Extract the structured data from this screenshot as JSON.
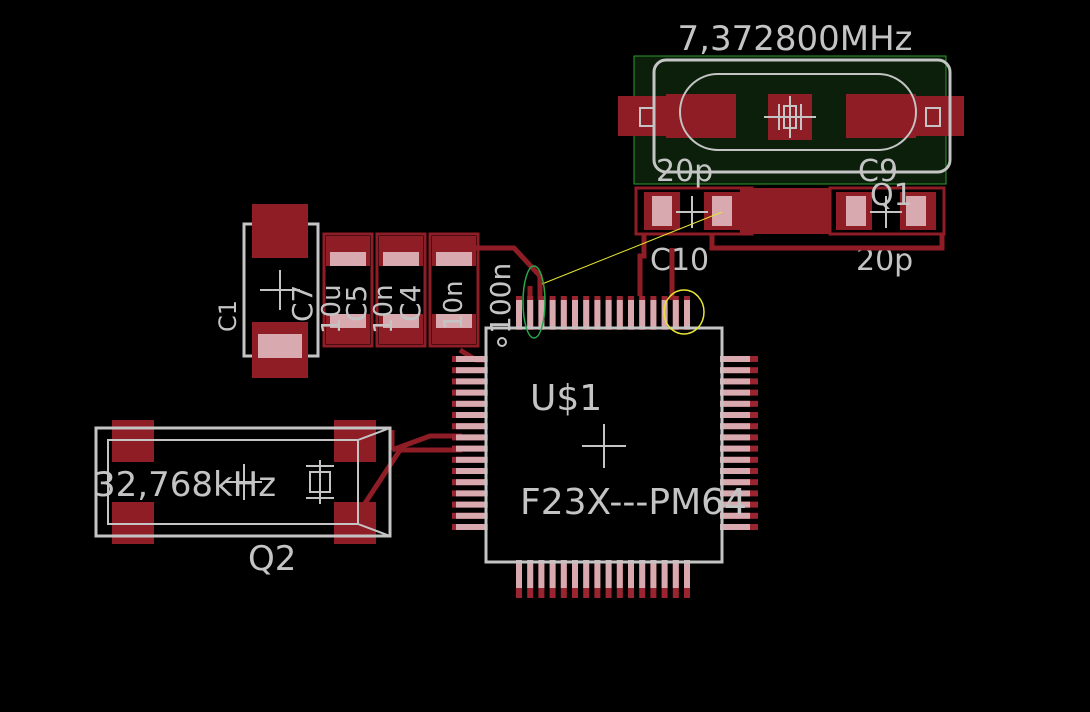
{
  "colors": {
    "background": "#000000",
    "copper": "#8f1d26",
    "copper_bright": "#9a2430",
    "silk": "#c4c4c4",
    "airwire": "#e6e632",
    "highlight_green": "#27a84a",
    "highlight_yellow": "#e6e632",
    "pad_tint": "#d9a9b0"
  },
  "labels": {
    "crystal_freq": "7,372800MHz",
    "c9_value": "20p",
    "c9_name": "C9",
    "q1_name": "Q1",
    "c10_name": "C10",
    "c10_value": "20p",
    "c1_name": "C1",
    "c7_name": "C7",
    "c7_value": "10u",
    "c5_name": "C5",
    "c5_value": "10n",
    "c4_name": "C4",
    "c4_value": "10n",
    "c3_value": "100n",
    "ic_name": "U$1",
    "ic_part": "F23X---PM64",
    "xtal_freq": "32,768kHz",
    "q2_name": "Q2"
  }
}
